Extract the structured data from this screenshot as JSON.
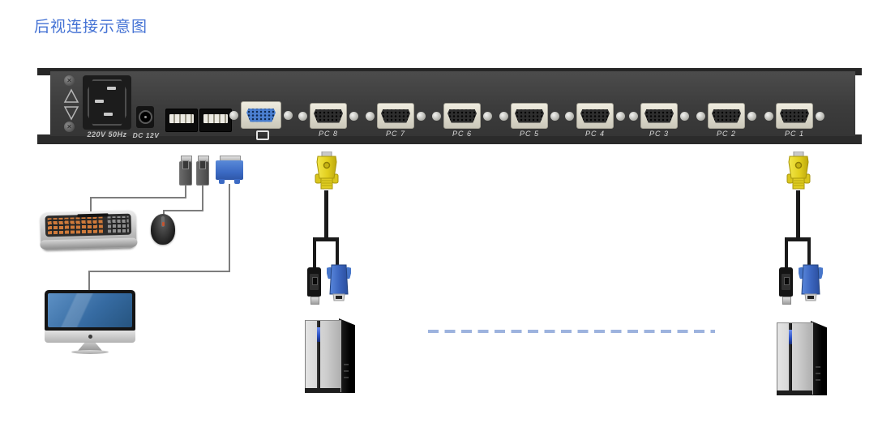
{
  "title": "后视连接示意图",
  "panel": {
    "power_inlet_label": "220V 50Hz",
    "dc_jack_label": "DC 12V",
    "pc_ports": [
      {
        "label": "PC 8"
      },
      {
        "label": "PC 7"
      },
      {
        "label": "PC 6"
      },
      {
        "label": "PC 5"
      },
      {
        "label": "PC 4"
      },
      {
        "label": "PC 3"
      },
      {
        "label": "PC 2"
      },
      {
        "label": "PC 1"
      }
    ]
  },
  "colors": {
    "title": "#4472d4",
    "panel_body": "#3e3e3e",
    "port_shell": "#d9d6c9",
    "console_port_blue": "#4a7fd0",
    "cable_yellow": "#e6d41f",
    "cable_blue": "#3c66c0",
    "dashed_line": "#9db3de"
  }
}
